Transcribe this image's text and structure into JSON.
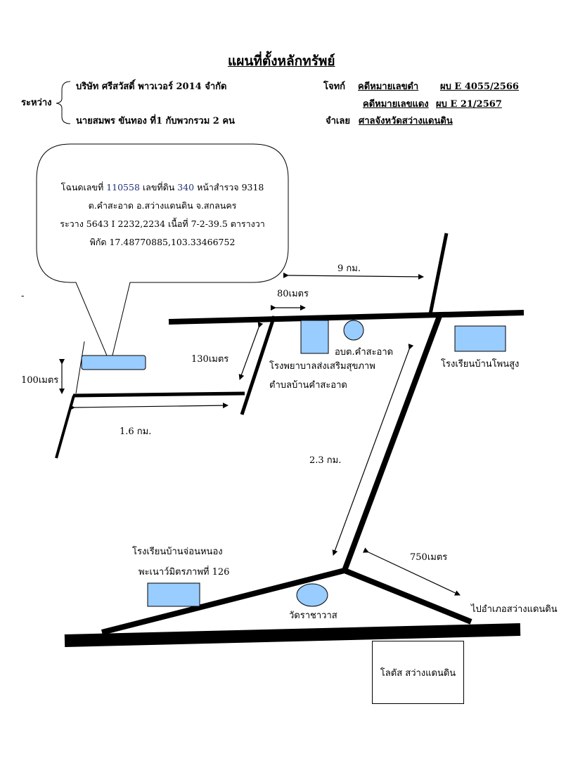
{
  "title": "แผนที่ตั้งหลักทรัพย์",
  "header": {
    "between_label": "ระหว่าง",
    "plaintiff_name": "บริษัท ศรีสวัสดิ์ พาวเวอร์ 2014 จำกัด",
    "plaintiff_role": "โจทก์",
    "defendant_name": "นายสมพร ขันทอง ที่1 กับพวกรวม 2 คน",
    "defendant_role": "จำเลย",
    "black_case_label": "คดีหมายเลขดำ",
    "black_case_no": "ผบ E  4055/2566",
    "red_case_label": "คดีหมายเลขแดง",
    "red_case_no": "ผบ E       21/2567",
    "court": "ศาลจังหวัดสว่างแดนดิน"
  },
  "callout": {
    "line1_a": "โฉนดเลขที่ ",
    "deed_no": "110558",
    "line1_b": " เลขที่ดิน ",
    "land_no": "340",
    "line1_c": " หน้าสำรวจ 9318",
    "line2": "ต.คำสะอาด  อ.สว่างแดนดิน  จ.สกลนคร",
    "line3": "ระวาง 5643 I 2232,2234 เนื้อที่  7-2-39.5 ตารางวา",
    "line4_a": "พิกัด ",
    "coords": "17.48770885,103.33466752"
  },
  "labels": {
    "dist_9km": "9 กม.",
    "dist_80m": "80เมตร",
    "dist_130m": "130เมตร",
    "dist_100m": "100เมตร",
    "dist_1_6km": "1.6 กม.",
    "dist_2_3km": "2.3 กม.",
    "dist_750m": "750เมตร",
    "obt": "อบต.คำสะอาด",
    "hospital_1": "โรงพยาบาลส่งเสริมสุขภาพ",
    "hospital_2": "ตำบลบ้านคำสะอาด",
    "school_phon": "โรงเรียนบ้านโพนสูง",
    "school_jon_1": "โรงเรียนบ้านจ่อนหนอง",
    "school_jon_2": "พะเนาว์มิตรภาพที่ 126",
    "temple": "วัดราชาวาส",
    "to_district": "ไปอำเภอสว่างแดนดิน",
    "lotus": "โลตัส สว่างแดนดิน",
    "dash_mark": "-"
  },
  "colors": {
    "marker_fill": "#99ccff",
    "road": "#000000"
  }
}
